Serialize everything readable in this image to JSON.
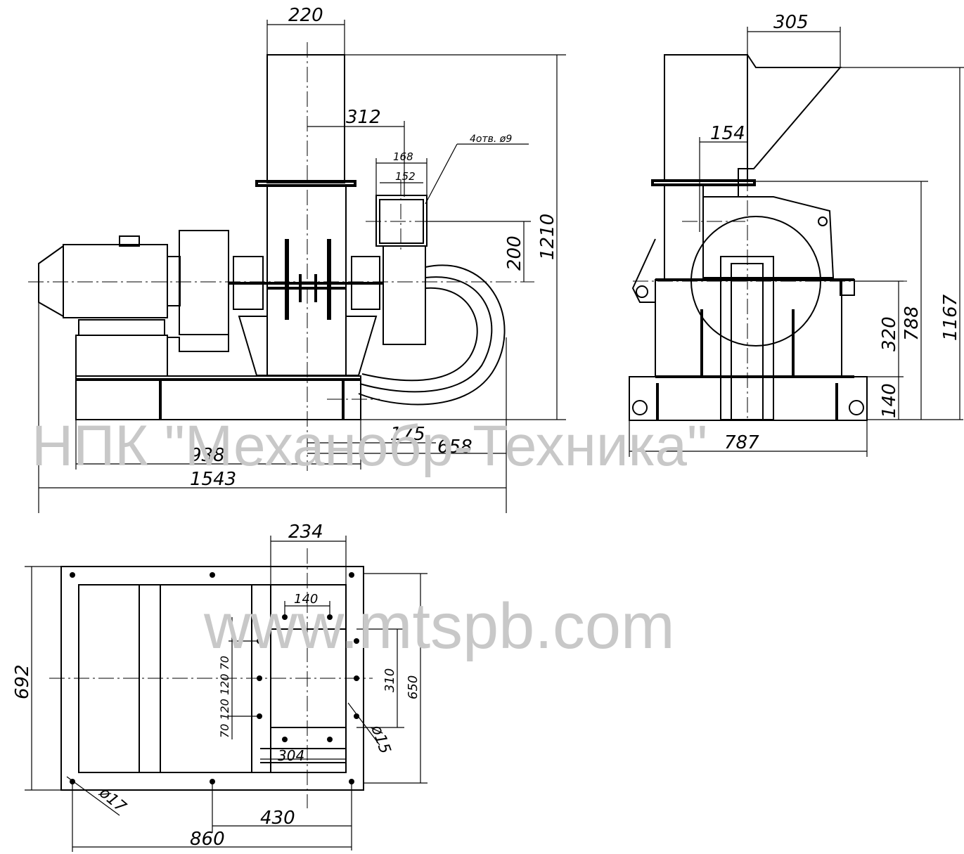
{
  "watermarks": {
    "company": "НПК \"Механобр-Техника\"",
    "site": "www.mtspb.com"
  },
  "front_view": {
    "width_top": "220",
    "shaft_offset": "312",
    "flange_outer": "168",
    "flange_inner": "152",
    "holes_note": "4отв. ø9",
    "outlet_height": "200",
    "total_height": "1210",
    "dim_175": "175",
    "dim_658": "658",
    "dim_938": "938",
    "dim_1543": "1543"
  },
  "side_view": {
    "hopper_width": "305",
    "dim_154": "154",
    "dim_320": "320",
    "dim_140": "140",
    "dim_788": "788",
    "dim_1167": "1167",
    "dim_787": "787"
  },
  "plan_view": {
    "dim_234": "234",
    "dim_140": "140",
    "hole_pitch_left": "70  120  120  70",
    "hole_pitch_left_2": "70  120  120  70",
    "dim_310": "310",
    "dim_650": "650",
    "dim_692": "692",
    "dim_304": "304",
    "dim_15": "ø15",
    "dim_17": "ø17",
    "dim_430": "430",
    "dim_860": "860"
  }
}
